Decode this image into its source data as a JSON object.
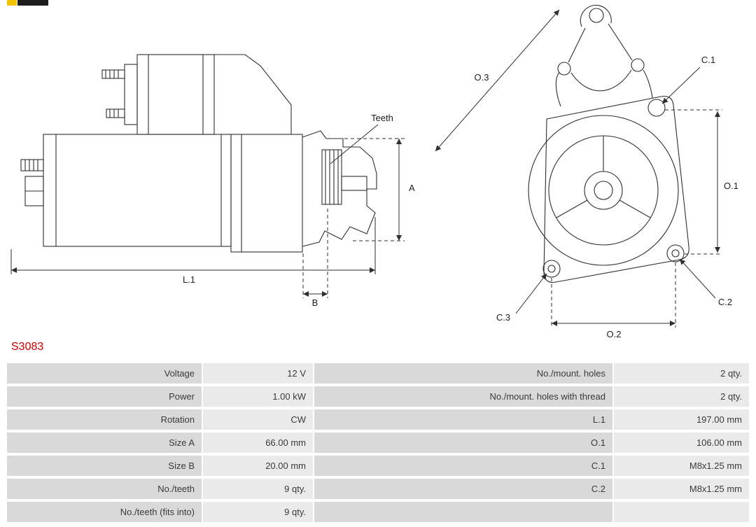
{
  "part_number": "S3083",
  "diagram": {
    "labels": {
      "teeth": "Teeth",
      "a": "A",
      "b": "B",
      "l1": "L.1",
      "o1": "O.1",
      "o2": "O.2",
      "o3": "O.3",
      "c1": "C.1",
      "c2": "C.2",
      "c3": "C.3"
    }
  },
  "specs": {
    "left": [
      {
        "label": "Voltage",
        "value": "12 V"
      },
      {
        "label": "Power",
        "value": "1.00 kW"
      },
      {
        "label": "Rotation",
        "value": "CW"
      },
      {
        "label": "Size A",
        "value": "66.00 mm"
      },
      {
        "label": "Size B",
        "value": "20.00 mm"
      },
      {
        "label": "No./teeth",
        "value": "9 qty."
      },
      {
        "label": "No./teeth (fits into)",
        "value": "9 qty."
      }
    ],
    "right": [
      {
        "label": "No./mount. holes",
        "value": "2 qty."
      },
      {
        "label": "No./mount. holes with thread",
        "value": "2 qty."
      },
      {
        "label": "L.1",
        "value": "197.00 mm"
      },
      {
        "label": "O.1",
        "value": "106.00 mm"
      },
      {
        "label": "C.1",
        "value": "M8x1.25 mm"
      },
      {
        "label": "C.2",
        "value": "M8x1.25 mm"
      },
      {
        "label": "",
        "value": ""
      }
    ]
  },
  "colors": {
    "part_number_red": "#cc0000",
    "label_cell_bg": "#d9d9d9",
    "value_cell_bg": "#eaeaea",
    "line_color": "#2e2e2e",
    "logo_yellow": "#f0c400",
    "logo_dark": "#1d1d1d"
  }
}
